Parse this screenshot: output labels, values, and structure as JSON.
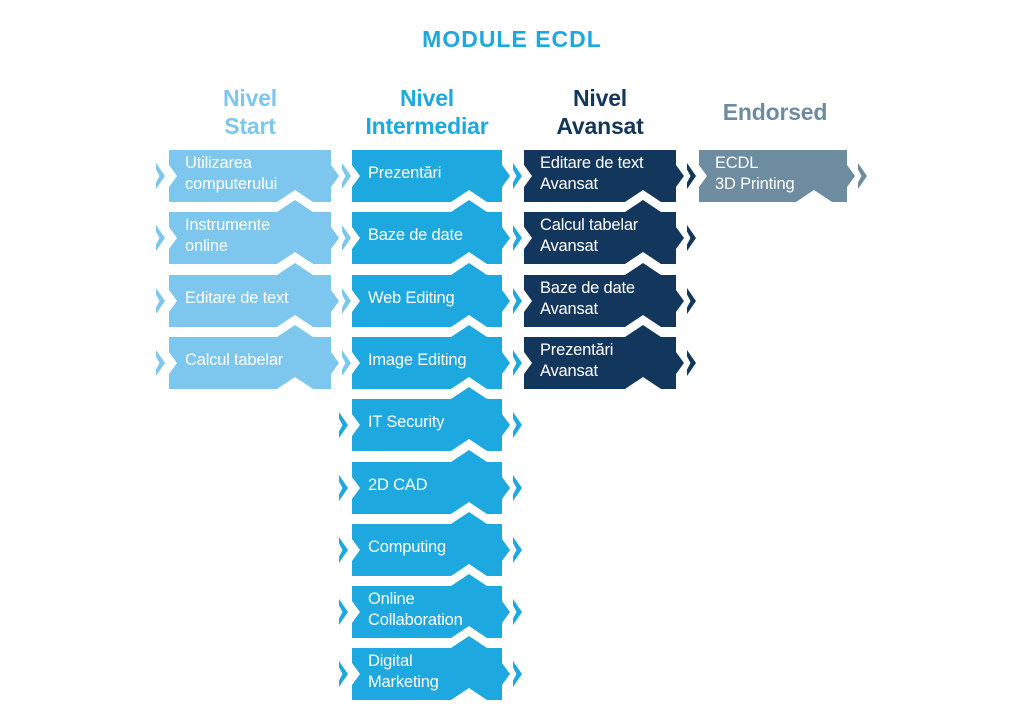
{
  "title": "MODULE ECDL",
  "colors": {
    "title": "#1EA8E0",
    "nivel_start": "#7DC7EE",
    "nivel_intermediar": "#1EA8E0",
    "nivel_avansat": "#13365D",
    "endorsed": "#6E8CA0",
    "box_text": "#FFFFFF",
    "background": "#FFFFFF"
  },
  "columns": [
    {
      "id": "nivel-start",
      "header": "Nivel Start",
      "header_lines": [
        "Nivel",
        "Start"
      ],
      "color": "#7DC7EE",
      "modules": [
        {
          "label": "Utilizarea computerului",
          "lines": [
            "Utilizarea",
            "computerului"
          ]
        },
        {
          "label": "Instrumente online",
          "lines": [
            "Instrumente",
            "online"
          ]
        },
        {
          "label": "Editare de text",
          "lines": [
            "Editare de text"
          ]
        },
        {
          "label": "Calcul tabelar",
          "lines": [
            "Calcul tabelar"
          ]
        }
      ]
    },
    {
      "id": "nivel-intermediar",
      "header": "Nivel Intermediar",
      "header_lines": [
        "Nivel",
        "Intermediar"
      ],
      "color": "#1EA8E0",
      "modules": [
        {
          "label": "Prezentări",
          "lines": [
            "Prezentări"
          ]
        },
        {
          "label": "Baze de date",
          "lines": [
            "Baze de date"
          ]
        },
        {
          "label": "Web Editing",
          "lines": [
            "Web Editing"
          ]
        },
        {
          "label": "Image Editing",
          "lines": [
            "Image Editing"
          ]
        },
        {
          "label": "IT Security",
          "lines": [
            "IT Security"
          ]
        },
        {
          "label": "2D CAD",
          "lines": [
            "2D CAD"
          ]
        },
        {
          "label": "Computing",
          "lines": [
            "Computing"
          ]
        },
        {
          "label": "Online Collaboration",
          "lines": [
            "Online",
            "Collaboration"
          ]
        },
        {
          "label": "Digital Marketing",
          "lines": [
            "Digital",
            "Marketing"
          ]
        }
      ]
    },
    {
      "id": "nivel-avansat",
      "header": "Nivel Avansat",
      "header_lines": [
        "Nivel",
        "Avansat"
      ],
      "color": "#13365D",
      "modules": [
        {
          "label": "Editare de text Avansat",
          "lines": [
            "Editare de text",
            "Avansat"
          ]
        },
        {
          "label": "Calcul tabelar Avansat",
          "lines": [
            "Calcul tabelar",
            "Avansat"
          ]
        },
        {
          "label": "Baze de date Avansat",
          "lines": [
            "Baze de date",
            "Avansat"
          ]
        },
        {
          "label": "Prezentări Avansat",
          "lines": [
            "Prezentări",
            "Avansat"
          ]
        }
      ]
    },
    {
      "id": "endorsed",
      "header": "Endorsed",
      "header_lines": [
        "Endorsed"
      ],
      "color": "#6E8CA0",
      "modules": [
        {
          "label": "ECDL 3D Printing",
          "lines": [
            "ECDL",
            "3D Printing"
          ]
        }
      ]
    }
  ]
}
